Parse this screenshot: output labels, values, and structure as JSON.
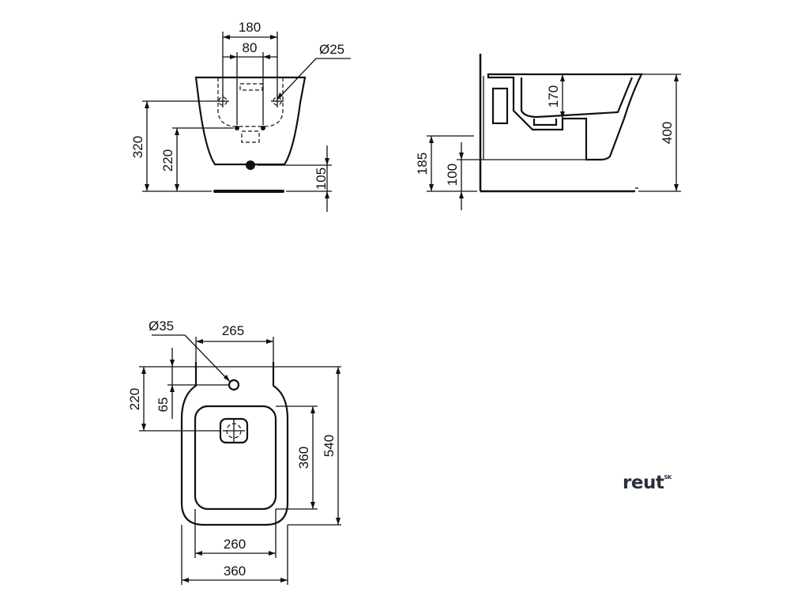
{
  "dimensions": {
    "front": {
      "width_outer": "180",
      "width_inner": "80",
      "hole_diameter": "Ø25",
      "height_fixing": "320",
      "height_inlet": "220",
      "height_outlet": "105"
    },
    "side": {
      "depth_outlet": "170",
      "height_total": "400",
      "height_fixing": "185",
      "height_outlet": "100"
    },
    "top": {
      "tap_hole": "Ø35",
      "width_top": "265",
      "length_to_tap": "220",
      "tap_offset": "65",
      "bowl_length": "360",
      "total_length": "540",
      "bowl_width": "260",
      "total_width": "360"
    }
  },
  "brand": {
    "name": "reut",
    "suffix": "SK"
  }
}
